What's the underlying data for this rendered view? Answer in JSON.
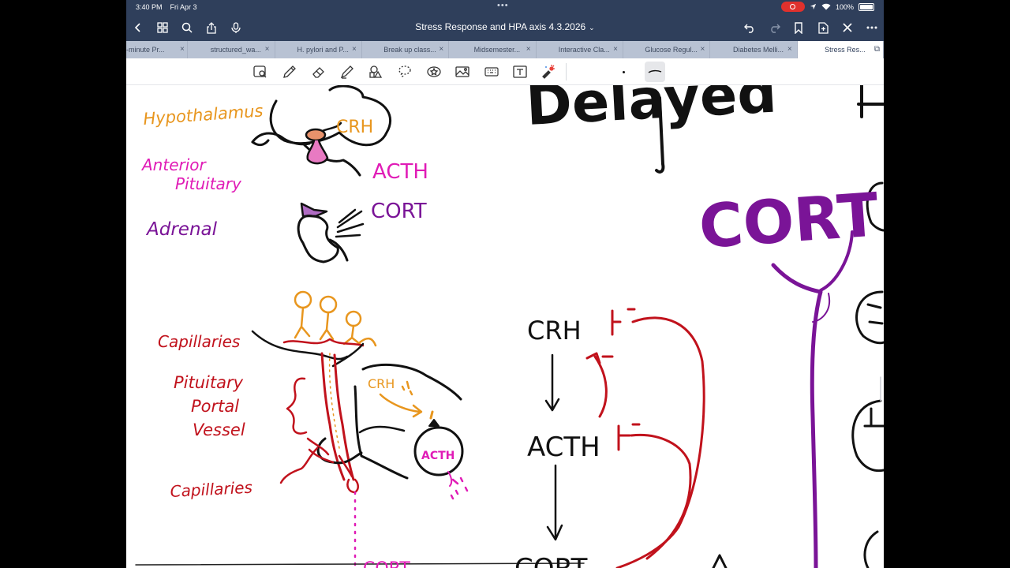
{
  "status_bar": {
    "time": "3:40 PM",
    "date": "Fri Apr 3",
    "battery": "100%"
  },
  "title_bar": {
    "document_title": "Stress Response and HPA axis 4.3.2026",
    "icons": [
      "back-icon",
      "grid-icon",
      "search-icon",
      "share-icon",
      "microphone-icon",
      "undo-icon",
      "redo-icon",
      "bookmark-icon",
      "add-page-icon",
      "close-icon",
      "more-icon"
    ]
  },
  "tabs": [
    {
      "label": "-minute Pr...",
      "active": false
    },
    {
      "label": "structured_wa...",
      "active": false
    },
    {
      "label": "H. pylori and P...",
      "active": false
    },
    {
      "label": "Break up class...",
      "active": false
    },
    {
      "label": "Midsemester...",
      "active": false
    },
    {
      "label": "Interactive Cla...",
      "active": false
    },
    {
      "label": "Glucose Regul...",
      "active": false
    },
    {
      "label": "Diabetes Melli...",
      "active": false
    },
    {
      "label": "Stress Res...",
      "active": true
    }
  ],
  "toolbar": {
    "tools": [
      "read-mode-icon",
      "pen-icon",
      "eraser-icon",
      "highlighter-icon",
      "shapes-icon",
      "lasso-icon",
      "sticker-icon",
      "image-icon",
      "keyboard-icon",
      "text-icon",
      "laser-pointer-icon"
    ],
    "colors": {
      "black": "#111111",
      "orange": "#e8961e",
      "magenta": "#e01bb6",
      "purple": "#7a1497",
      "red": "#c1121c"
    }
  },
  "notes": {
    "hypothalamus": "Hypothalamus",
    "anterior": "Anterior",
    "pituitary": "Pituitary",
    "adrenal": "Adrenal",
    "crh_top": "CRH",
    "acth_top": "ACTH",
    "cort_top": "CORT",
    "capillaries_top": "Capillaries",
    "pituitary_portal_1": "Pituitary",
    "pituitary_portal_2": "Portal",
    "pituitary_portal_3": "Vessel",
    "capillaries_bottom": "Capillaries",
    "crh_portal": "CRH",
    "acth_cell": "ACTH",
    "delayed": "Delayed",
    "flow_crh": "CRH",
    "flow_acth": "ACTH",
    "flow_cort": "CORT",
    "big_cort": "CORT",
    "cort_bottom": "CORT"
  }
}
